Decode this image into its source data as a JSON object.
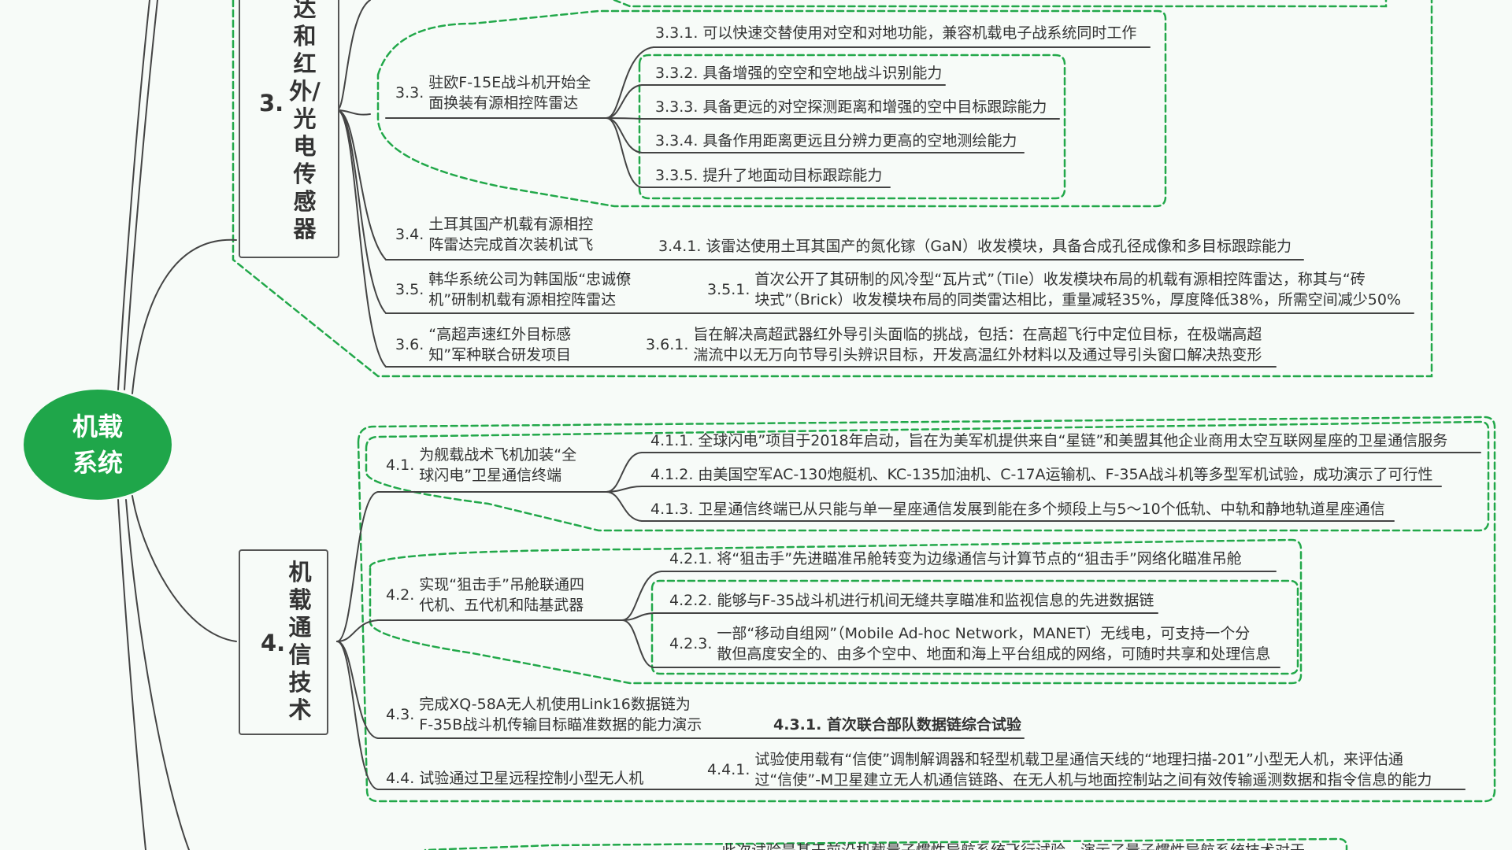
{
  "root": {
    "line1": "机载",
    "line2": "系统"
  },
  "cat3": {
    "num": "3.",
    "chars": [
      "达",
      "和",
      "红",
      "外/",
      "光",
      "电",
      "传",
      "感",
      "器"
    ]
  },
  "cat4": {
    "num": "4.",
    "chars": [
      "机",
      "载",
      "通",
      "信",
      "技",
      "术"
    ]
  },
  "items": {
    "n33": {
      "num": "3.3.",
      "l1": "驻欧F-15E战斗机开始全",
      "l2": "面换装有源相控阵雷达"
    },
    "n331": "3.3.1. 可以快速交替使用对空和对地功能，兼容机载电子战系统同时工作",
    "n332": "3.3.2. 具备增强的空空和空地战斗识别能力",
    "n333": "3.3.3. 具备更远的对空探测距离和增强的空中目标跟踪能力",
    "n334": "3.3.4. 具备作用距离更远且分辨力更高的空地测绘能力",
    "n335": "3.3.5. 提升了地面动目标跟踪能力",
    "n34": {
      "num": "3.4.",
      "l1": "土耳其国产机载有源相控",
      "l2": "阵雷达完成首次装机试飞"
    },
    "n341": "3.4.1. 该雷达使用土耳其国产的氮化镓（GaN）收发模块，具备合成孔径成像和多目标跟踪能力",
    "n35": {
      "num": "3.5.",
      "l1": "韩华系统公司为韩国版“忠诚僚",
      "l2": "机”研制机载有源相控阵雷达"
    },
    "n351": {
      "num": "3.5.1.",
      "l1": "首次公开了其研制的风冷型“瓦片式”（Tile）收发模块布局的机载有源相控阵雷达，称其与“砖",
      "l2": "块式”（Brick）收发模块布局的同类雷达相比，重量减轻35%，厚度降低38%，所需空间减少50%"
    },
    "n36": {
      "num": "3.6.",
      "l1": "“高超声速红外目标感",
      "l2": "知”军种联合研发项目"
    },
    "n361": {
      "num": "3.6.1.",
      "l1": "旨在解决高超武器红外导引头面临的挑战，包括：在高超飞行中定位目标，在极端高超",
      "l2": "湍流中以无万向节导引头辨识目标，开发高温红外材料以及通过导引头窗口解决热变形"
    },
    "n41": {
      "num": "4.1.",
      "l1": "为舰载战术飞机加装“全",
      "l2": "球闪电”卫星通信终端"
    },
    "n411": "4.1.1. 全球闪电”项目于2018年启动，旨在为美军机提供来自“星链”和美盟其他企业商用太空互联网星座的卫星通信服务",
    "n412": "4.1.2. 由美国空军AC-130炮艇机、KC-135加油机、C-17A运输机、F-35A战斗机等多型军机试验，成功演示了可行性",
    "n413": "4.1.3. 卫星通信终端已从只能与单一星座通信发展到能在多个频段上与5～10个低轨、中轨和静地轨道星座通信",
    "n42": {
      "num": "4.2.",
      "l1": "实现“狙击手”吊舱联通四",
      "l2": "代机、五代机和陆基武器"
    },
    "n421": "4.2.1. 将“狙击手”先进瞄准吊舱转变为边缘通信与计算节点的“狙击手”网络化瞄准吊舱",
    "n422": "4.2.2. 能够与F-35战斗机进行机间无缝共享瞄准和监视信息的先进数据链",
    "n423": {
      "num": "4.2.3.",
      "l1": "一部“移动自组网”（Mobile Ad-hoc Network，MANET）无线电，可支持一个分",
      "l2": "散但高度安全的、由多个空中、地面和海上平台组成的网络，可随时共享和处理信息"
    },
    "n43": {
      "num": "4.3.",
      "l1": "完成XQ-58A无人机使用Link16数据链为",
      "l2": "F-35B战斗机传输目标瞄准数据的能力演示"
    },
    "n431": "4.3.1. 首次联合部队数据链综合试验",
    "n44": "4.4. 试验通过卫星远程控制小型无人机",
    "n441": {
      "num": "4.4.1.",
      "l1": "试验使用载有“信使”调制解调器和轻型机载卫星通信天线的“地理扫描-201”小型无人机，来评估通",
      "l2": "过“信使”-M卫星建立无人机通信链路、在无人机与地面控制站之间有效传输遥测数据和指令信息的能力"
    },
    "cutoff": "此次试验是基于前沿机载量子惯性导航系统飞行试验，演示了量子惯性导航系统技术对于"
  },
  "colors": {
    "accent": "#1fa64a",
    "dashed": "#22a84a",
    "line": "#444444"
  }
}
